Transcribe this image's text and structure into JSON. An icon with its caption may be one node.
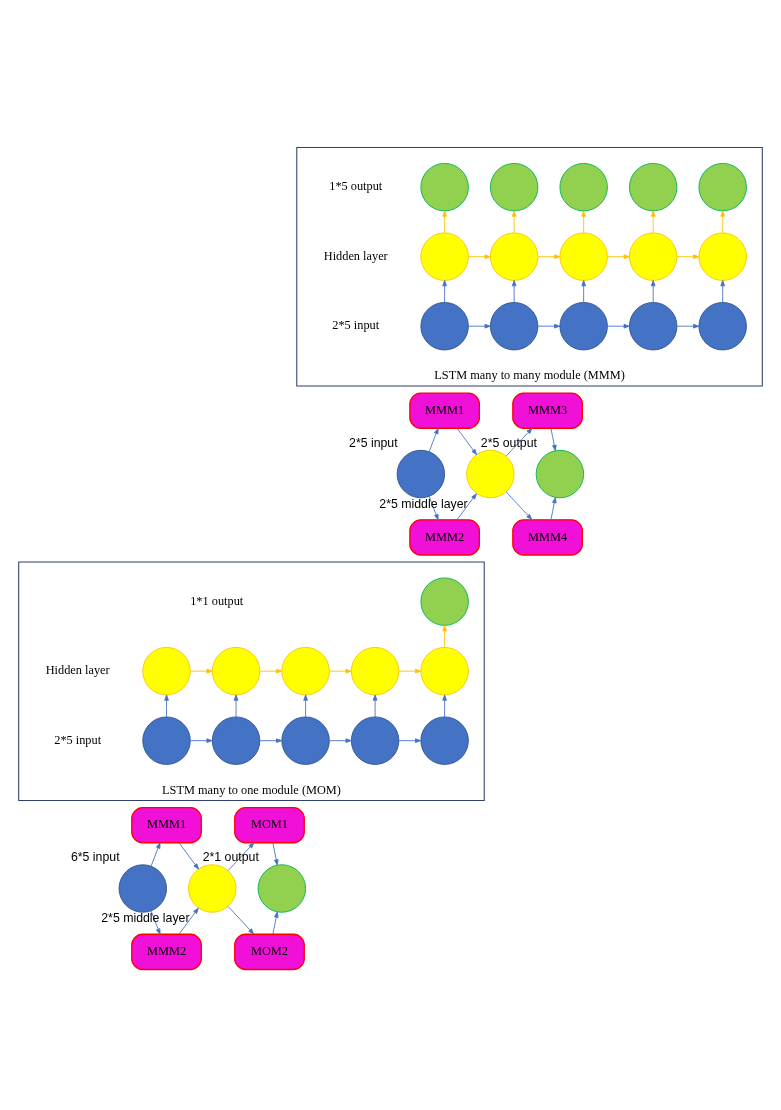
{
  "diagram": {
    "nodes": [
      {
        "text": [
          "LSTM many to many module (MMM)"
        ]
      },
      {
        "text": [],
        "shape": "circle",
        "in": 0
      },
      {
        "text": [],
        "shape": "circle",
        "in": 0
      },
      {
        "text": [],
        "shape": "circle",
        "in": 0
      },
      {
        "text": [],
        "shape": "circle",
        "in": 0
      },
      {
        "text": [],
        "shape": "circle",
        "in": 0
      },
      {
        "text": [],
        "shape": "circle",
        "in": 0
      },
      {
        "text": [],
        "shape": "circle",
        "in": 0
      },
      {
        "text": [],
        "shape": "circle",
        "in": 0
      },
      {
        "text": [],
        "shape": "circle",
        "in": 0
      },
      {
        "text": [],
        "shape": "circle",
        "in": 0
      },
      {
        "text": [],
        "shape": "circle",
        "in": 0
      },
      {
        "text": [],
        "shape": "circle",
        "in": 0
      },
      {
        "text": [],
        "shape": "circle",
        "in": 0
      },
      {
        "text": [],
        "shape": "circle",
        "in": 0
      },
      {
        "text": [],
        "shape": "circle",
        "in": 0
      },
      {
        "text": [],
        "shape": "circle",
        "beside": [
          "2*5 input"
        ]
      },
      {
        "text": [
          "MMM1"
        ]
      },
      {
        "text": [
          "MMM2"
        ]
      },
      {
        "text": [],
        "shape": "circle",
        "beside": [
          "2*5 middle layer"
        ]
      },
      {
        "text": [
          "MMM3"
        ]
      },
      {
        "text": [
          "MMM4"
        ]
      },
      {
        "text": [],
        "shape": "circle",
        "beside": [
          "2*5 output"
        ]
      },
      {
        "text": [
          "LSTM many to one module (MOM)"
        ]
      },
      {
        "text": [],
        "shape": "circle",
        "in": 23
      },
      {
        "text": [],
        "shape": "circle",
        "in": 23
      },
      {
        "text": [],
        "shape": "circle",
        "in": 23
      },
      {
        "text": [],
        "shape": "circle",
        "in": 23
      },
      {
        "text": [],
        "shape": "circle",
        "in": 23
      },
      {
        "text": [],
        "shape": "circle",
        "in": 23
      },
      {
        "text": [],
        "shape": "circle",
        "in": 23
      },
      {
        "text": [],
        "shape": "circle",
        "in": 23
      },
      {
        "text": [],
        "shape": "circle",
        "in": 23
      },
      {
        "text": [],
        "shape": "circle",
        "in": 23
      },
      {
        "text": [],
        "shape": "circle",
        "in": 23
      },
      {
        "text": [],
        "shape": "circle",
        "beside": [
          "6*5 input"
        ]
      },
      {
        "text": [
          "MMM1"
        ]
      },
      {
        "text": [
          "MMM2"
        ]
      },
      {
        "text": [],
        "shape": "circle",
        "beside": [
          "2*5 middle layer"
        ]
      },
      {
        "text": [
          "MOM1"
        ]
      },
      {
        "text": [
          "MOM2"
        ]
      },
      {
        "text": [],
        "shape": "circle",
        "beside": [
          "2*1 output"
        ]
      }
    ],
    "edges": [
      {
        "from": 11,
        "to": 12,
        "arrow": "to"
      },
      {
        "from": 12,
        "to": 13,
        "arrow": "to"
      },
      {
        "from": 13,
        "to": 14,
        "arrow": "to"
      },
      {
        "from": 14,
        "to": 15,
        "arrow": "to"
      },
      {
        "from": 11,
        "to": 6,
        "arrow": "to"
      },
      {
        "from": 12,
        "to": 7,
        "arrow": "to"
      },
      {
        "from": 13,
        "to": 8,
        "arrow": "to"
      },
      {
        "from": 14,
        "to": 9,
        "arrow": "to"
      },
      {
        "from": 15,
        "to": 10,
        "arrow": "to"
      },
      {
        "from": 6,
        "to": 7,
        "arrow": "to",
        "color": "#ffc000"
      },
      {
        "from": 7,
        "to": 8,
        "arrow": "to",
        "color": "#ffc000"
      },
      {
        "from": 8,
        "to": 9,
        "arrow": "to",
        "color": "#ffc000"
      },
      {
        "from": 9,
        "to": 10,
        "arrow": "to",
        "color": "#ffc000"
      },
      {
        "from": 6,
        "to": 1,
        "arrow": "to",
        "color": "#ffc000"
      },
      {
        "from": 7,
        "to": 2,
        "arrow": "to",
        "color": "#ffc000"
      },
      {
        "from": 8,
        "to": 3,
        "arrow": "to",
        "color": "#ffc000"
      },
      {
        "from": 9,
        "to": 4,
        "arrow": "to",
        "color": "#ffc000"
      },
      {
        "from": 10,
        "to": 5,
        "arrow": "to",
        "color": "#ffc000"
      },
      {
        "from": 16,
        "to": 17,
        "arrow": "to"
      },
      {
        "from": 16,
        "to": 18,
        "arrow": "to"
      },
      {
        "from": 17,
        "to": 19,
        "arrow": "to"
      },
      {
        "from": 18,
        "to": 19,
        "arrow": "to"
      },
      {
        "from": 19,
        "to": 20,
        "arrow": "to"
      },
      {
        "from": 19,
        "to": 21,
        "arrow": "to"
      },
      {
        "from": 20,
        "to": 22,
        "arrow": "to"
      },
      {
        "from": 21,
        "to": 22,
        "arrow": "to"
      },
      {
        "from": 30,
        "to": 31,
        "arrow": "to"
      },
      {
        "from": 31,
        "to": 32,
        "arrow": "to"
      },
      {
        "from": 32,
        "to": 33,
        "arrow": "to"
      },
      {
        "from": 33,
        "to": 34,
        "arrow": "to"
      },
      {
        "from": 30,
        "to": 25,
        "arrow": "to"
      },
      {
        "from": 31,
        "to": 26,
        "arrow": "to"
      },
      {
        "from": 32,
        "to": 27,
        "arrow": "to"
      },
      {
        "from": 33,
        "to": 28,
        "arrow": "to"
      },
      {
        "from": 34,
        "to": 29,
        "arrow": "to"
      },
      {
        "from": 25,
        "to": 26,
        "arrow": "to",
        "color": "#ffc000"
      },
      {
        "from": 26,
        "to": 27,
        "arrow": "to",
        "color": "#ffc000"
      },
      {
        "from": 27,
        "to": 28,
        "arrow": "to",
        "color": "#ffc000"
      },
      {
        "from": 28,
        "to": 29,
        "arrow": "to",
        "color": "#ffc000"
      },
      {
        "from": 29,
        "to": 24,
        "arrow": "to",
        "color": "#ffc000"
      },
      {
        "from": 35,
        "to": 36,
        "arrow": "to"
      },
      {
        "from": 35,
        "to": 37,
        "arrow": "to"
      },
      {
        "from": 36,
        "to": 38,
        "arrow": "to"
      },
      {
        "from": 37,
        "to": 38,
        "arrow": "to"
      },
      {
        "from": 38,
        "to": 39,
        "arrow": "to"
      },
      {
        "from": 38,
        "to": 40,
        "arrow": "to"
      },
      {
        "from": 39,
        "to": 41,
        "arrow": "to"
      },
      {
        "from": 40,
        "to": 41,
        "arrow": "to"
      }
    ],
    "labels": [
      "1*5 output",
      "Hidden layer",
      "2*5 input",
      "1*1 output",
      "Hidden layer",
      "2*5 input"
    ]
  }
}
